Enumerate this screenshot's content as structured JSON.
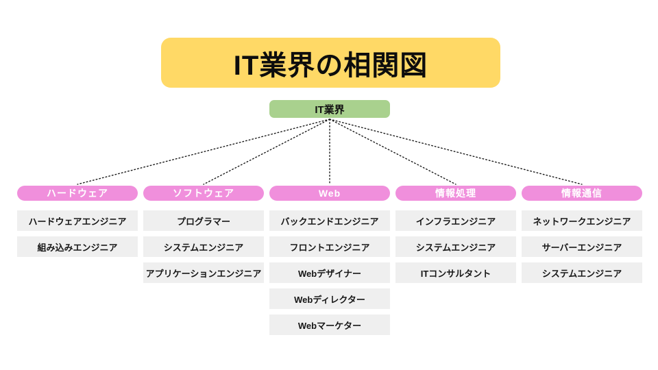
{
  "title": "IT業界の相関図",
  "root": {
    "label": "IT業界"
  },
  "colors": {
    "title_bg": "#FFD966",
    "root_bg": "#A9D18E",
    "category_bg": "#F08FDC",
    "category_text": "#FFFFFF",
    "item_bg": "#EFEFEF",
    "text": "#161616",
    "connector": "#1A1A1A",
    "background": "#FFFFFF"
  },
  "categories": [
    {
      "label": "ハードウェア",
      "items": [
        "ハードウェアエンジニア",
        "組み込みエンジニア"
      ]
    },
    {
      "label": "ソフトウェア",
      "items": [
        "プログラマー",
        "システムエンジニア",
        "アプリケーションエンジニア"
      ]
    },
    {
      "label": "Web",
      "items": [
        "バックエンドエンジニア",
        "フロントエンジニア",
        "Webデザイナー",
        "Webディレクター",
        "Webマーケター"
      ]
    },
    {
      "label": "情報処理",
      "items": [
        "インフラエンジニア",
        "システムエンジニア",
        "ITコンサルタント"
      ]
    },
    {
      "label": "情報通信",
      "items": [
        "ネットワークエンジニア",
        "サーバーエンジニア",
        "システムエンジニア"
      ]
    }
  ]
}
